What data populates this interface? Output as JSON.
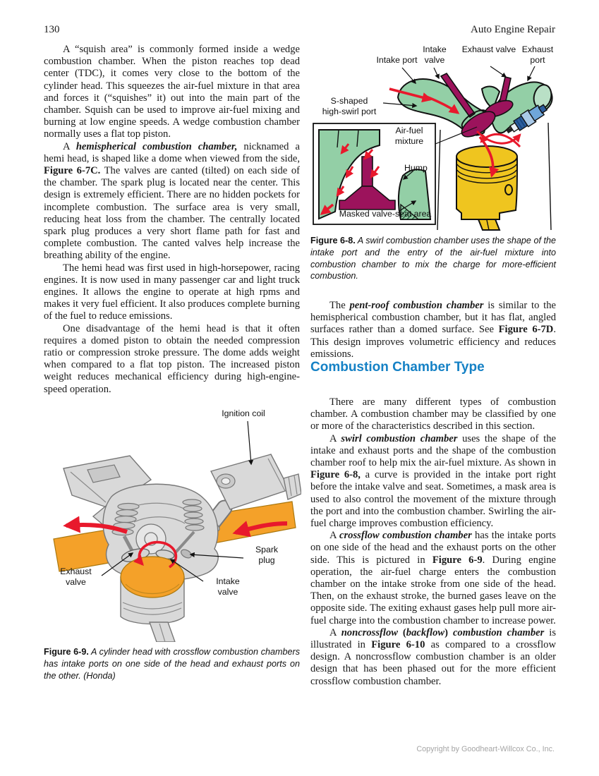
{
  "palette": {
    "heading_blue": "#1581C5",
    "port_green": "#93CFA6",
    "valve_magenta": "#9C135C",
    "plug_blue": "#6FA6DA",
    "piston_yellow": "#EFC51F",
    "arrow_red": "#E8192C",
    "chamber_orange": "#F4A129",
    "metal_gray": "#D9D9D9",
    "footer_gray": "#A5A5A5"
  },
  "page": {
    "number": "130",
    "running_head": "Auto Engine Repair",
    "footer": "Copyright by Goodheart-Willcox Co., Inc."
  },
  "left_column": {
    "paragraphs": [
      [
        {
          "t": "A “squish area” is commonly formed inside a wedge combustion chamber. When the piston reaches top dead center (TDC), it comes very close to the bottom of the cylinder head. This squeezes the air-fuel mixture in that area and forces it (“squishes” it) out into the main part of the chamber. Squish can be used to improve air-fuel mixing and burning at low engine speeds. A wedge combustion chamber normally uses a flat top piston."
        }
      ],
      [
        {
          "t": "A "
        },
        {
          "t": "hemispherical combustion chamber,",
          "bi": true
        },
        {
          "t": " nicknamed a hemi head, is shaped like a dome when viewed from the side, "
        },
        {
          "t": "Figure 6-7C.",
          "b": true
        },
        {
          "t": " The valves are canted (tilted) on each side of the chamber. The spark plug is located near the center. This design is extremely efficient. There are no hidden pockets for incomplete combustion. The surface area is very small, reducing heat loss from the chamber. The centrally located spark plug produces a very short flame path for fast and complete combustion. The canted valves help increase the breathing ability of the engine."
        }
      ],
      [
        {
          "t": "The hemi head was first used in high-horsepower, racing engines. It is now used in many passenger car and light truck engines. It allows the engine to operate at high rpms and makes it very fuel efficient. It also produces complete burning of the fuel to reduce emissions."
        }
      ],
      [
        {
          "t": "One disadvantage of the hemi head is that it often requires a domed piston to obtain the needed compression ratio or compression stroke pressure. The dome adds weight when compared to a flat top piston. The increased piston weight reduces mechanical efficiency during high-engine-speed operation."
        }
      ]
    ],
    "figure9": {
      "labels": {
        "ignition_coil": "Ignition coil",
        "spark_plug": "Spark\nplug",
        "exhaust_valve": "Exhaust\nvalve",
        "intake_valve": "Intake\nvalve"
      },
      "caption": [
        {
          "t": "Figure 6-9.",
          "b": true
        },
        {
          "t": " A cylinder head with crossflow combustion chambers has intake ports on one side of the head and exhaust ports on the other. (Honda)",
          "i": true
        }
      ]
    }
  },
  "right_column": {
    "figure8": {
      "labels": {
        "intake_port": "Intake port",
        "intake_valve": "Intake\nvalve",
        "exhaust_valve": "Exhaust valve",
        "exhaust_port": "Exhaust\nport",
        "s_port": "S-shaped\nhigh-swirl port",
        "air_fuel": "Air-fuel\nmixture",
        "hump": "Hump",
        "masked": "Masked valve-seat area"
      },
      "caption": [
        {
          "t": "Figure 6-8.",
          "b": true
        },
        {
          "t": " A swirl combustion chamber uses the shape of the intake port and the entry of the air-fuel mixture into combustion chamber to mix the charge for more-efficient combustion.",
          "i": true
        }
      ]
    },
    "section_heading": "Combustion Chamber Type",
    "paragraphs": [
      [
        {
          "t": "The "
        },
        {
          "t": "pent-roof combustion chamber",
          "bi": true
        },
        {
          "t": " is similar to the hemispherical combustion chamber, but it has flat, angled surfaces rather than a domed surface. See "
        },
        {
          "t": "Figure 6-7D",
          "b": true
        },
        {
          "t": ". This design improves volumetric efficiency and reduces emissions."
        }
      ],
      [
        {
          "t": "There are many different types of combustion chamber. A combustion chamber may be classified by one or more of the characteristics described in this section."
        }
      ],
      [
        {
          "t": "A "
        },
        {
          "t": "swirl combustion chamber",
          "bi": true
        },
        {
          "t": " uses the shape of the intake and exhaust ports and the shape of the combustion chamber roof to help mix the air-fuel mixture. As shown in "
        },
        {
          "t": "Figure 6-8,",
          "b": true
        },
        {
          "t": " a curve is provided in the intake port right before the intake valve and seat. Sometimes, a mask area is used to also control the movement of the mixture through the port and into the combustion chamber. Swirling the air-fuel charge improves combustion efficiency."
        }
      ],
      [
        {
          "t": "A "
        },
        {
          "t": "crossflow combustion chamber",
          "bi": true
        },
        {
          "t": " has the intake ports on one side of the head and the exhaust ports on the other side. This is pictured in "
        },
        {
          "t": "Figure 6-9",
          "b": true
        },
        {
          "t": ". During engine operation, the air-fuel charge enters the combustion chamber on the intake stroke from one side of the head. Then, on the exhaust stroke, the burned gases leave on the opposite side. The exiting exhaust gases help pull more air-fuel charge into the combustion chamber to increase power."
        }
      ],
      [
        {
          "t": "A "
        },
        {
          "t": "noncrossflow",
          "bi": true
        },
        {
          "t": " (",
          "b": true
        },
        {
          "t": "backflow",
          "bi": true
        },
        {
          "t": ") ",
          "b": true
        },
        {
          "t": "combustion chamber",
          "bi": true
        },
        {
          "t": " is illustrated in "
        },
        {
          "t": "Figure 6-10",
          "b": true
        },
        {
          "t": " as compared to a crossflow design. A noncrossflow combustion chamber is an older design that has been phased out for the more efficient crossflow combustion chamber."
        }
      ]
    ]
  }
}
